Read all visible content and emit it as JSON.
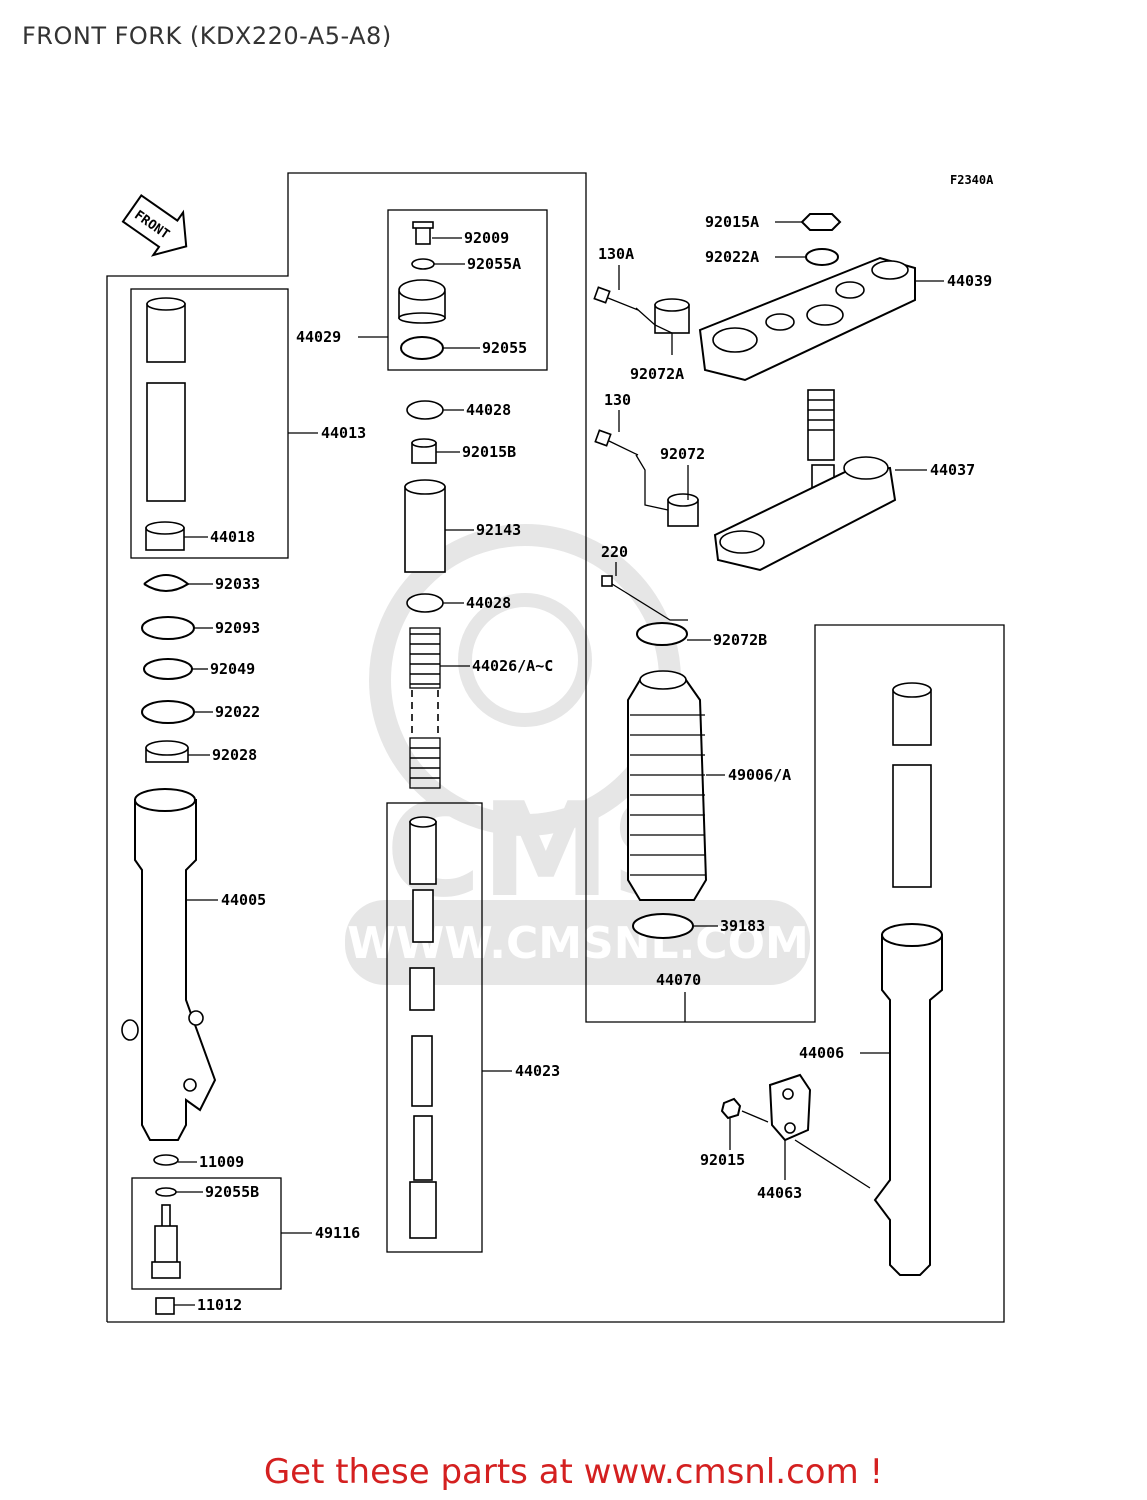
{
  "title": "FRONT FORK (KDX220-A5-A8)",
  "ref_code": "F2340A",
  "front_arrow_label": "FRONT",
  "watermark": {
    "logo_text": "CMS",
    "url_text": "WWW.CMSNL.COM"
  },
  "footer": "Get these parts at www.cmsnl.com !",
  "colors": {
    "footer": "#d42020",
    "line": "#000000",
    "watermark": "#e6e6e6"
  },
  "labels": {
    "p92009": "92009",
    "p92055A": "92055A",
    "p44029": "44029",
    "p92055": "92055",
    "p44028a": "44028",
    "p92015B": "92015B",
    "p92143": "92143",
    "p44028b": "44028",
    "p44026": "44026/A~C",
    "p44023": "44023",
    "p44013": "44013",
    "p44018": "44018",
    "p92033": "92033",
    "p92093": "92093",
    "p92049": "92049",
    "p92022": "92022",
    "p92028": "92028",
    "p44005": "44005",
    "p11009": "11009",
    "p92055B": "92055B",
    "p49116": "49116",
    "p11012": "11012",
    "p92015A": "92015A",
    "p92022A": "92022A",
    "p130A": "130A",
    "p44039": "44039",
    "p92072A": "92072A",
    "p130": "130",
    "p92072": "92072",
    "p44037": "44037",
    "p220": "220",
    "p92072B": "92072B",
    "p49006": "49006/A",
    "p39183": "39183",
    "p44070": "44070",
    "p44006": "44006",
    "p92015": "92015",
    "p44063": "44063"
  }
}
